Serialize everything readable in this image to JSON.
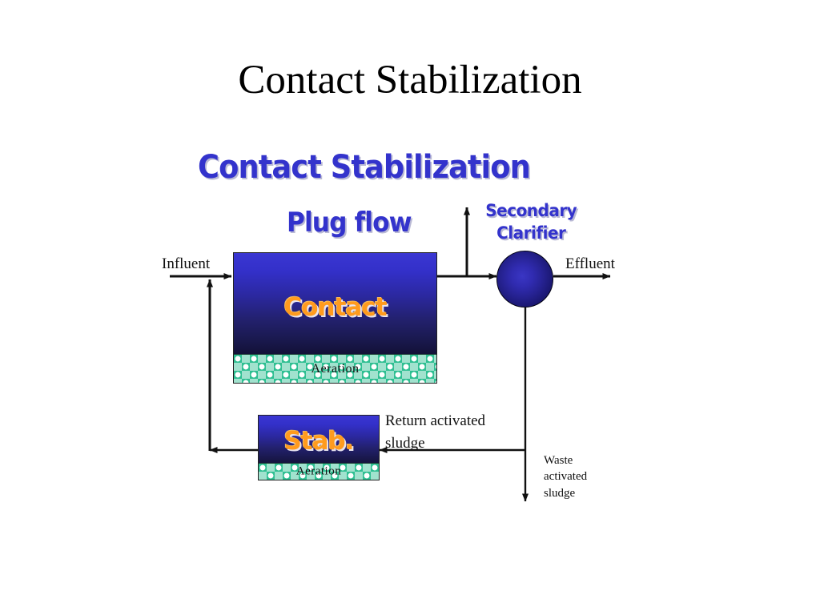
{
  "slide": {
    "title": "Contact Stabilization",
    "background_color": "#ffffff"
  },
  "diagram": {
    "heading": "Contact Stabilization",
    "subheading": "Plug flow",
    "heading_color": "#3333CC",
    "shadow_color": "#b9b9d4",
    "labels": {
      "influent": "Influent",
      "effluent": "Effluent",
      "secondary_clarifier": "Secondary Clarifier",
      "return_activated_sludge": "Return activated sludge",
      "waste_activated_sludge": "Waste activated sludge"
    },
    "tanks": [
      {
        "id": "contact",
        "name": "Contact",
        "aeration_label": "Aeration",
        "body_gradient_top": "#3a36d2",
        "body_gradient_bottom": "#121035",
        "aeration_color": "#2fbf92",
        "name_color": "#FF9B1E"
      },
      {
        "id": "stabilization",
        "name": "Stab.",
        "aeration_label": "Aeration",
        "body_gradient_top": "#3a36d2",
        "body_gradient_bottom": "#121035",
        "aeration_color": "#2fbf92",
        "name_color": "#FF9B1E"
      }
    ],
    "clarifier": {
      "shape": "circle",
      "fill_center": "#3a36c4",
      "fill_edge": "#131055"
    },
    "flows": [
      {
        "name": "influent-inlet",
        "from": "influent",
        "to": "contact-tank"
      },
      {
        "name": "contact-to-clarifier",
        "from": "contact-tank",
        "to": "clarifier"
      },
      {
        "name": "clarifier-effluent",
        "from": "clarifier",
        "to": "effluent"
      },
      {
        "name": "clarifier-underflow",
        "from": "clarifier",
        "to": "sludge-split"
      },
      {
        "name": "return-sludge",
        "from": "sludge-split",
        "to": "stab-tank"
      },
      {
        "name": "stab-recycle",
        "from": "stab-tank",
        "to": "influent-inlet"
      },
      {
        "name": "waste-sludge",
        "from": "sludge-split",
        "to": "waste"
      }
    ]
  }
}
